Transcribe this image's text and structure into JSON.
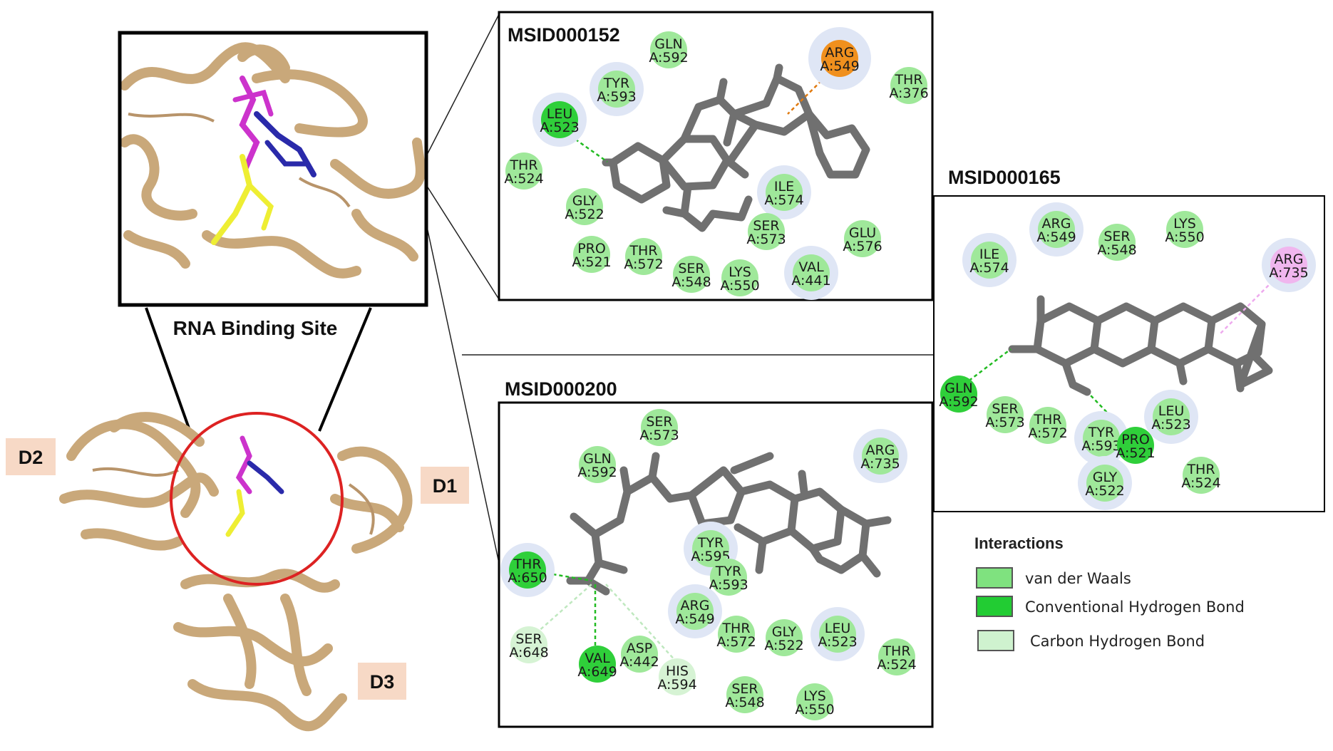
{
  "overview": {
    "rna_label": "RNA Binding Site",
    "domains": [
      {
        "id": "d2",
        "label": "D2"
      },
      {
        "id": "d1",
        "label": "D1"
      },
      {
        "id": "d3",
        "label": "D3"
      }
    ]
  },
  "panels": [
    {
      "id": "p152",
      "title": "MSID000152",
      "residues": [
        {
          "id": "gln592",
          "name": "GLN",
          "pos": "A:592",
          "type": "vdw"
        },
        {
          "id": "arg549",
          "name": "ARG",
          "pos": "A:549",
          "type": "pi_cation"
        },
        {
          "id": "tyr593",
          "name": "TYR",
          "pos": "A:593",
          "type": "vdw"
        },
        {
          "id": "thr376",
          "name": "THR",
          "pos": "A:376",
          "type": "vdw"
        },
        {
          "id": "leu523",
          "name": "LEU",
          "pos": "A:523",
          "type": "hbond"
        },
        {
          "id": "thr524",
          "name": "THR",
          "pos": "A:524",
          "type": "vdw"
        },
        {
          "id": "gly522",
          "name": "GLY",
          "pos": "A:522",
          "type": "vdw"
        },
        {
          "id": "ile574",
          "name": "ILE",
          "pos": "A:574",
          "type": "vdw"
        },
        {
          "id": "ser573",
          "name": "SER",
          "pos": "A:573",
          "type": "vdw"
        },
        {
          "id": "glu576",
          "name": "GLU",
          "pos": "A:576",
          "type": "vdw"
        },
        {
          "id": "pro521",
          "name": "PRO",
          "pos": "A:521",
          "type": "vdw"
        },
        {
          "id": "thr572",
          "name": "THR",
          "pos": "A:572",
          "type": "vdw"
        },
        {
          "id": "ser548",
          "name": "SER",
          "pos": "A:548",
          "type": "vdw"
        },
        {
          "id": "lys550",
          "name": "LYS",
          "pos": "A:550",
          "type": "vdw"
        },
        {
          "id": "val441",
          "name": "VAL",
          "pos": "A:441",
          "type": "vdw"
        }
      ]
    },
    {
      "id": "p165",
      "title": "MSID000165",
      "residues": [
        {
          "id": "arg549",
          "name": "ARG",
          "pos": "A:549",
          "type": "vdw"
        },
        {
          "id": "ser548",
          "name": "SER",
          "pos": "A:548",
          "type": "vdw"
        },
        {
          "id": "lys550",
          "name": "LYS",
          "pos": "A:550",
          "type": "vdw"
        },
        {
          "id": "ile574",
          "name": "ILE",
          "pos": "A:574",
          "type": "vdw"
        },
        {
          "id": "arg735",
          "name": "ARG",
          "pos": "A:735",
          "type": "alkyl"
        },
        {
          "id": "gln592",
          "name": "GLN",
          "pos": "A:592",
          "type": "hbond"
        },
        {
          "id": "ser573",
          "name": "SER",
          "pos": "A:573",
          "type": "vdw"
        },
        {
          "id": "thr572",
          "name": "THR",
          "pos": "A:572",
          "type": "vdw"
        },
        {
          "id": "tyr593",
          "name": "TYR",
          "pos": "A:593",
          "type": "vdw"
        },
        {
          "id": "pro521",
          "name": "PRO",
          "pos": "A:521",
          "type": "hbond"
        },
        {
          "id": "leu523",
          "name": "LEU",
          "pos": "A:523",
          "type": "vdw"
        },
        {
          "id": "gly522",
          "name": "GLY",
          "pos": "A:522",
          "type": "vdw"
        },
        {
          "id": "thr524",
          "name": "THR",
          "pos": "A:524",
          "type": "vdw"
        }
      ]
    },
    {
      "id": "p200",
      "title": "MSID000200",
      "residues": [
        {
          "id": "ser573",
          "name": "SER",
          "pos": "A:573",
          "type": "vdw"
        },
        {
          "id": "gln592",
          "name": "GLN",
          "pos": "A:592",
          "type": "vdw"
        },
        {
          "id": "arg735",
          "name": "ARG",
          "pos": "A:735",
          "type": "vdw"
        },
        {
          "id": "tyr595",
          "name": "TYR",
          "pos": "A:595",
          "type": "vdw"
        },
        {
          "id": "tyr593",
          "name": "TYR",
          "pos": "A:593",
          "type": "vdw"
        },
        {
          "id": "thr650",
          "name": "THR",
          "pos": "A:650",
          "type": "hbond"
        },
        {
          "id": "arg549",
          "name": "ARG",
          "pos": "A:549",
          "type": "vdw"
        },
        {
          "id": "thr572",
          "name": "THR",
          "pos": "A:572",
          "type": "vdw"
        },
        {
          "id": "gly522",
          "name": "GLY",
          "pos": "A:522",
          "type": "vdw"
        },
        {
          "id": "leu523",
          "name": "LEU",
          "pos": "A:523",
          "type": "vdw"
        },
        {
          "id": "ser648",
          "name": "SER",
          "pos": "A:648",
          "type": "carbon_h"
        },
        {
          "id": "asp442",
          "name": "ASP",
          "pos": "A:442",
          "type": "vdw"
        },
        {
          "id": "his594",
          "name": "HIS",
          "pos": "A:594",
          "type": "carbon_h"
        },
        {
          "id": "thr524",
          "name": "THR",
          "pos": "A:524",
          "type": "vdw"
        },
        {
          "id": "val649",
          "name": "VAL",
          "pos": "A:649",
          "type": "hbond"
        },
        {
          "id": "ser548",
          "name": "SER",
          "pos": "A:548",
          "type": "vdw"
        },
        {
          "id": "lys550",
          "name": "LYS",
          "pos": "A:550",
          "type": "vdw"
        }
      ]
    }
  ],
  "legend": {
    "title": "Interactions",
    "items": [
      {
        "label": "van der Waals",
        "color": "#7fe27f"
      },
      {
        "label": "Conventional Hydrogen Bond",
        "color": "#22cc33"
      },
      {
        "label": "Carbon Hydrogen Bond",
        "color": "#cff2cf"
      }
    ]
  },
  "colors": {
    "vdw": "#9fe89a",
    "hbond": "#2fcf3a",
    "carbon_h": "#d6f3d4",
    "pi_cation": "#f0901e",
    "alkyl": "#f0b6ee",
    "halo": "#dfe6f5",
    "ligand": "#707070",
    "protein": "#c9a87a"
  }
}
